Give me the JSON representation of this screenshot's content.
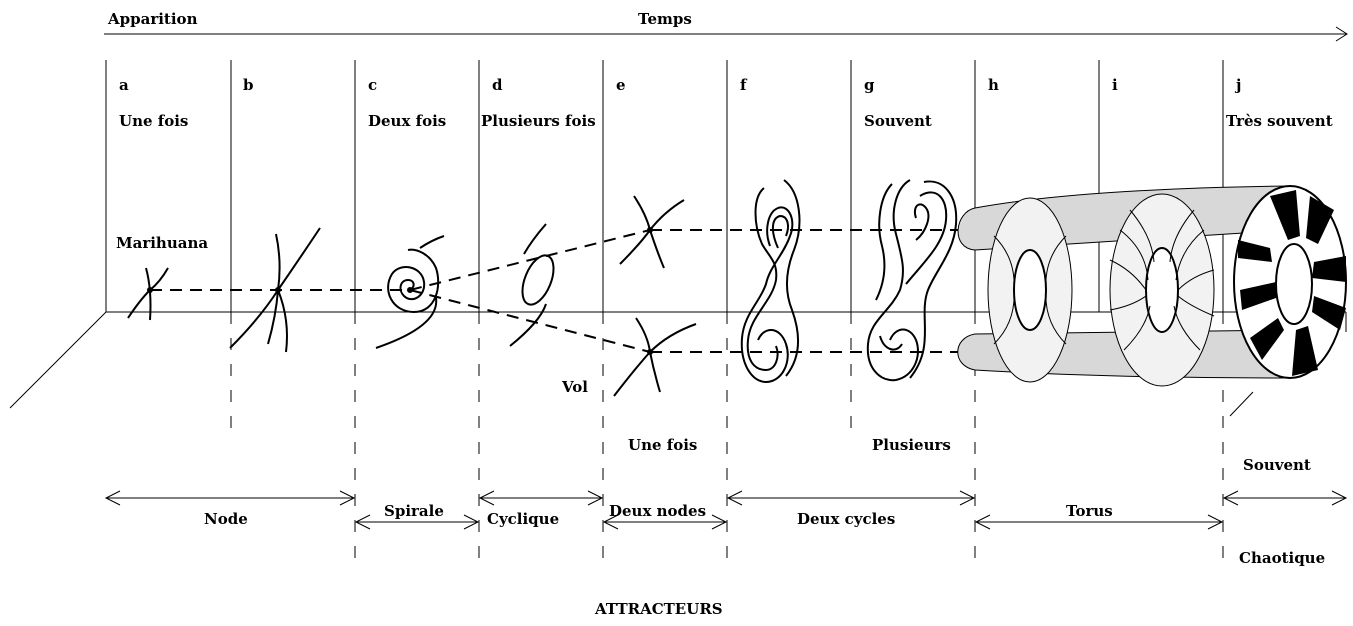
{
  "header": {
    "left_label": "Apparition",
    "center_label": "Temps"
  },
  "columns": [
    {
      "letter": "a",
      "freq": "Une fois"
    },
    {
      "letter": "b",
      "freq": ""
    },
    {
      "letter": "c",
      "freq": "Deux fois"
    },
    {
      "letter": "d",
      "freq": "Plusieurs fois"
    },
    {
      "letter": "e",
      "freq": ""
    },
    {
      "letter": "f",
      "freq": ""
    },
    {
      "letter": "g",
      "freq": "Souvent"
    },
    {
      "letter": "h",
      "freq": ""
    },
    {
      "letter": "i",
      "freq": ""
    },
    {
      "letter": "j",
      "freq": "Très souvent"
    }
  ],
  "annotations": {
    "marihuana": "Marihuana",
    "vol": "Vol"
  },
  "lower_labels": {
    "une_fois": "Une fois",
    "plusieurs": "Plusieurs",
    "souvent": "Souvent"
  },
  "attractor_ranges": [
    "Node",
    "Spirale",
    "Cyclique",
    "Deux nodes",
    "Deux cycles",
    "Torus",
    "Chaotique"
  ],
  "footer_title": "ATTRACTEURS"
}
